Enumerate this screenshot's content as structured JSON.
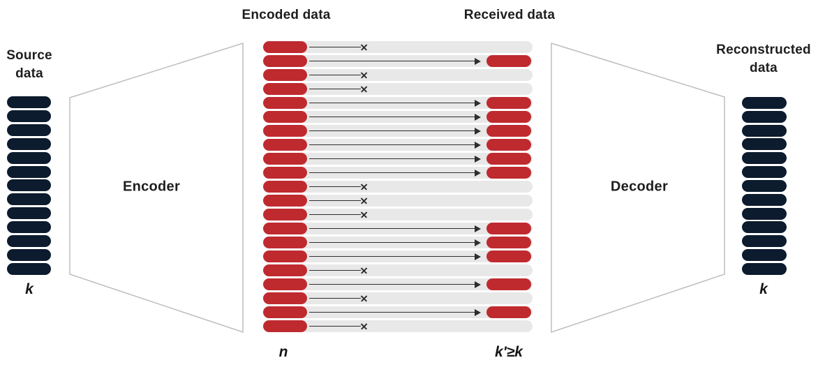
{
  "colors": {
    "navy": "#0c1b2d",
    "red": "#bf2a2f",
    "track_gray": "#e8e8e8",
    "outline_gray": "#bdbdbd",
    "arrow": "#2e2e2e",
    "text": "#1e1e1e"
  },
  "source": {
    "title_lines": [
      "Source",
      "data"
    ],
    "block_count": 13,
    "count_label": "k"
  },
  "encoder": {
    "label": "Encoder"
  },
  "channel": {
    "encoded_title": "Encoded data",
    "received_title": "Received data",
    "encoded_count_label": "n",
    "received_count_label": "k'≥k",
    "rows": [
      "erased",
      "received",
      "erased",
      "erased",
      "received",
      "received",
      "received",
      "received",
      "received",
      "received",
      "erased",
      "erased",
      "erased",
      "received",
      "received",
      "received",
      "erased",
      "received",
      "erased",
      "received",
      "erased"
    ]
  },
  "decoder": {
    "label": "Decoder"
  },
  "reconstructed": {
    "title_lines": [
      "Reconstructed",
      "data"
    ],
    "block_count": 13,
    "count_label": "k"
  }
}
